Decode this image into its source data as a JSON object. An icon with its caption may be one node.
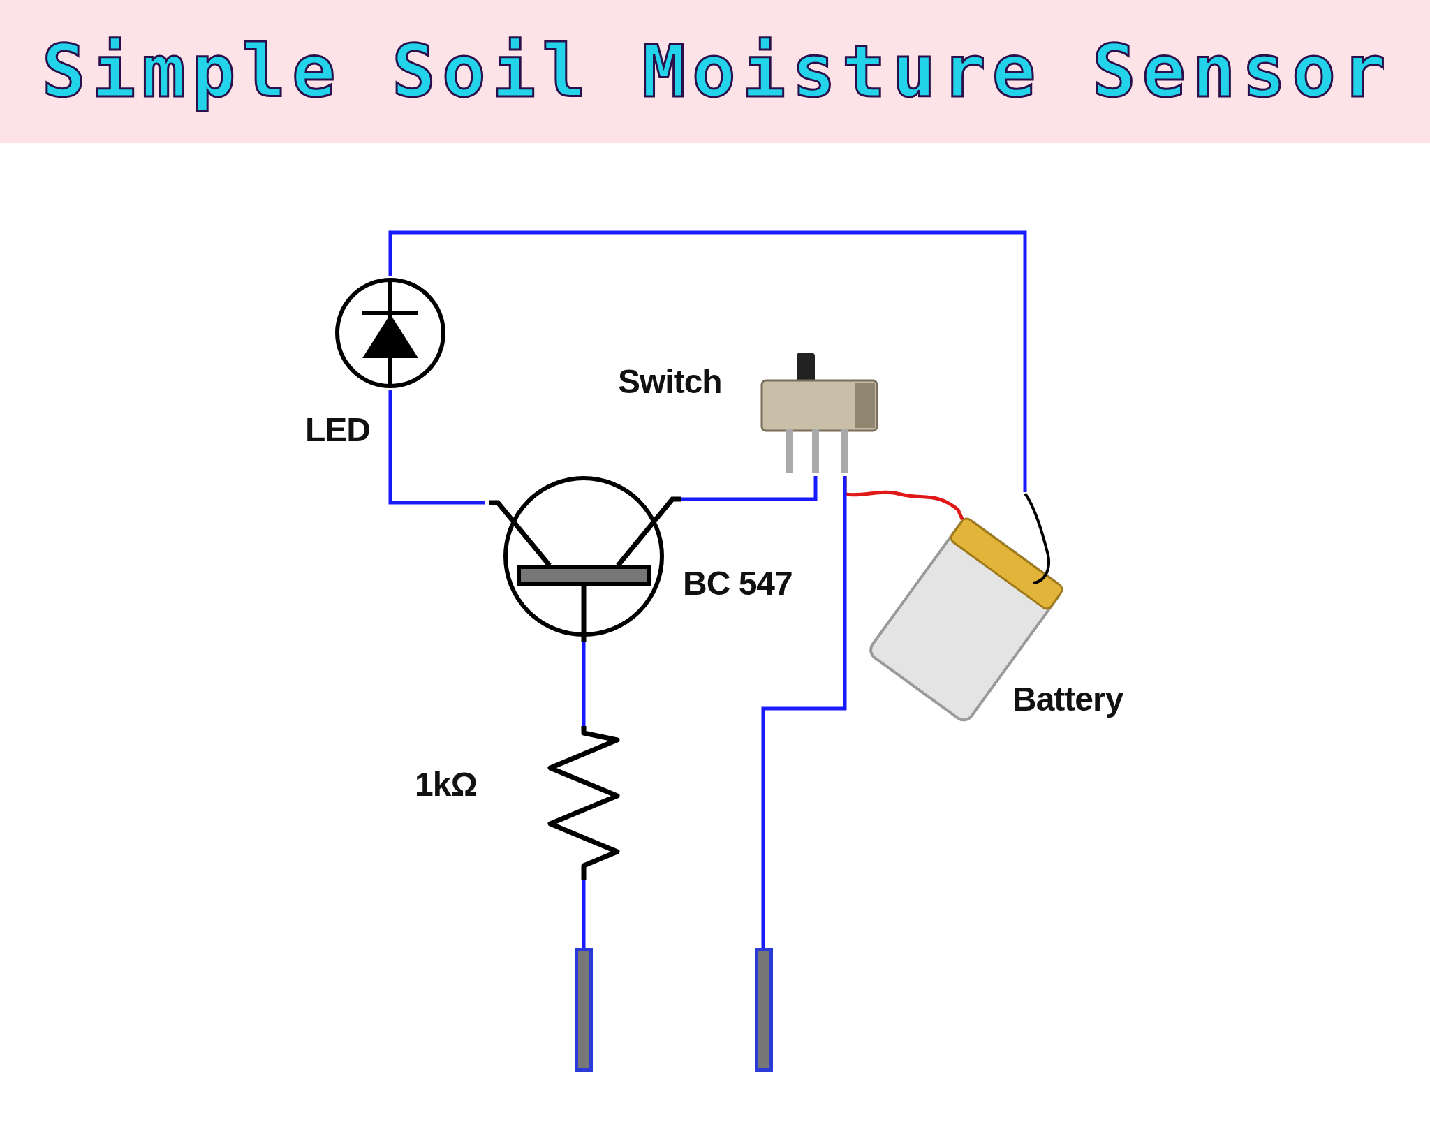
{
  "diagram": {
    "title": "Simple Soil Moisture Sensor",
    "nodes": [
      {
        "text": [
          "LED"
        ]
      },
      {
        "text": [
          "Switch"
        ]
      },
      {
        "text": [
          "BC 547"
        ]
      },
      {
        "text": [
          "Battery"
        ]
      },
      {
        "text": [
          "1kΩ"
        ]
      },
      {
        "text": [],
        "shape": "bar"
      },
      {
        "text": [],
        "shape": "bar"
      }
    ],
    "edges": [
      {
        "from": 0,
        "to": 3,
        "arrow": "none"
      },
      {
        "from": 0,
        "to": 2,
        "arrow": "none"
      },
      {
        "from": 2,
        "to": 1,
        "arrow": "none"
      },
      {
        "from": 1,
        "to": 3,
        "arrow": "none",
        "color": "#e01818"
      },
      {
        "from": 1,
        "to": 6,
        "arrow": "none"
      },
      {
        "from": 2,
        "to": 4,
        "arrow": "none"
      },
      {
        "from": 4,
        "to": 5,
        "arrow": "none"
      }
    ]
  }
}
